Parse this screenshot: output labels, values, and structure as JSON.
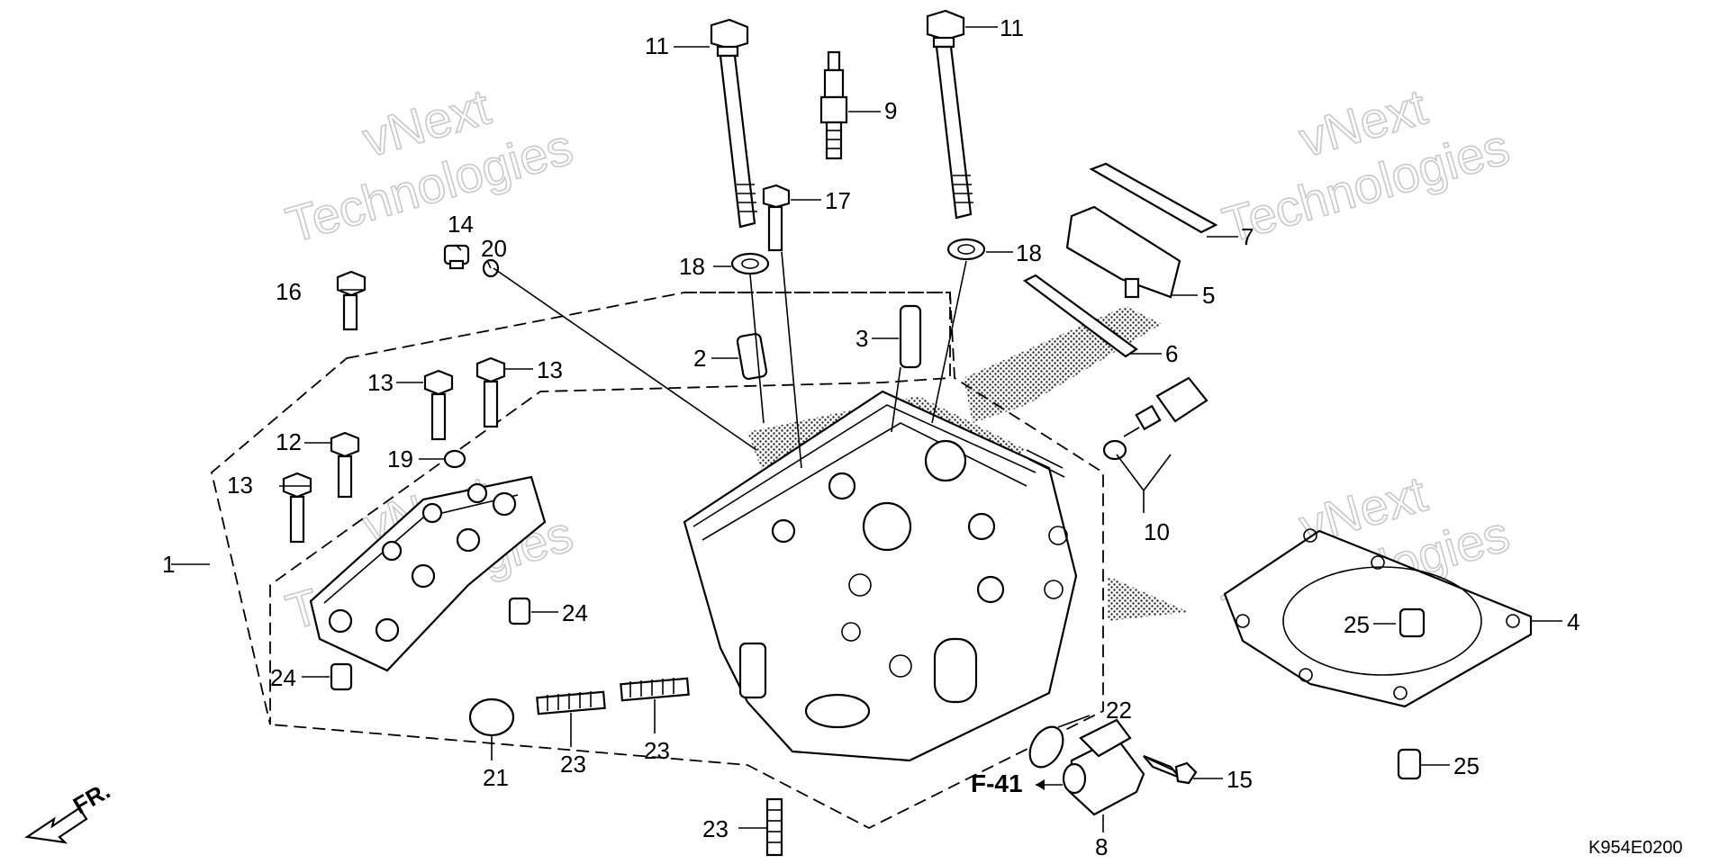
{
  "diagram_code": "K954E0200",
  "front_indicator": "FR.",
  "reference": "F-41",
  "watermark": {
    "line1": "vNext",
    "line2": "Technologies"
  },
  "callouts": [
    "1",
    "2",
    "3",
    "4",
    "5",
    "6",
    "7",
    "8",
    "9",
    "10",
    "11",
    "12",
    "13",
    "14",
    "15",
    "16",
    "17",
    "18",
    "19",
    "20",
    "21",
    "22",
    "23",
    "24",
    "25"
  ],
  "labels": {
    "l11a": "11",
    "l11b": "11",
    "l9": "9",
    "l17": "17",
    "l18a": "18",
    "l18b": "18",
    "l7": "7",
    "l5": "5",
    "l6": "6",
    "l2": "2",
    "l3": "3",
    "l14": "14",
    "l20": "20",
    "l16": "16",
    "l13a": "13",
    "l13b": "13",
    "l13c": "13",
    "l12": "12",
    "l19": "19",
    "l1": "1",
    "l24a": "24",
    "l24b": "24",
    "l10": "10",
    "l4": "4",
    "l25a": "25",
    "l25b": "25",
    "l22": "22",
    "l15": "15",
    "l8": "8",
    "l21": "21",
    "l23a": "23",
    "l23b": "23",
    "l23c": "23"
  }
}
